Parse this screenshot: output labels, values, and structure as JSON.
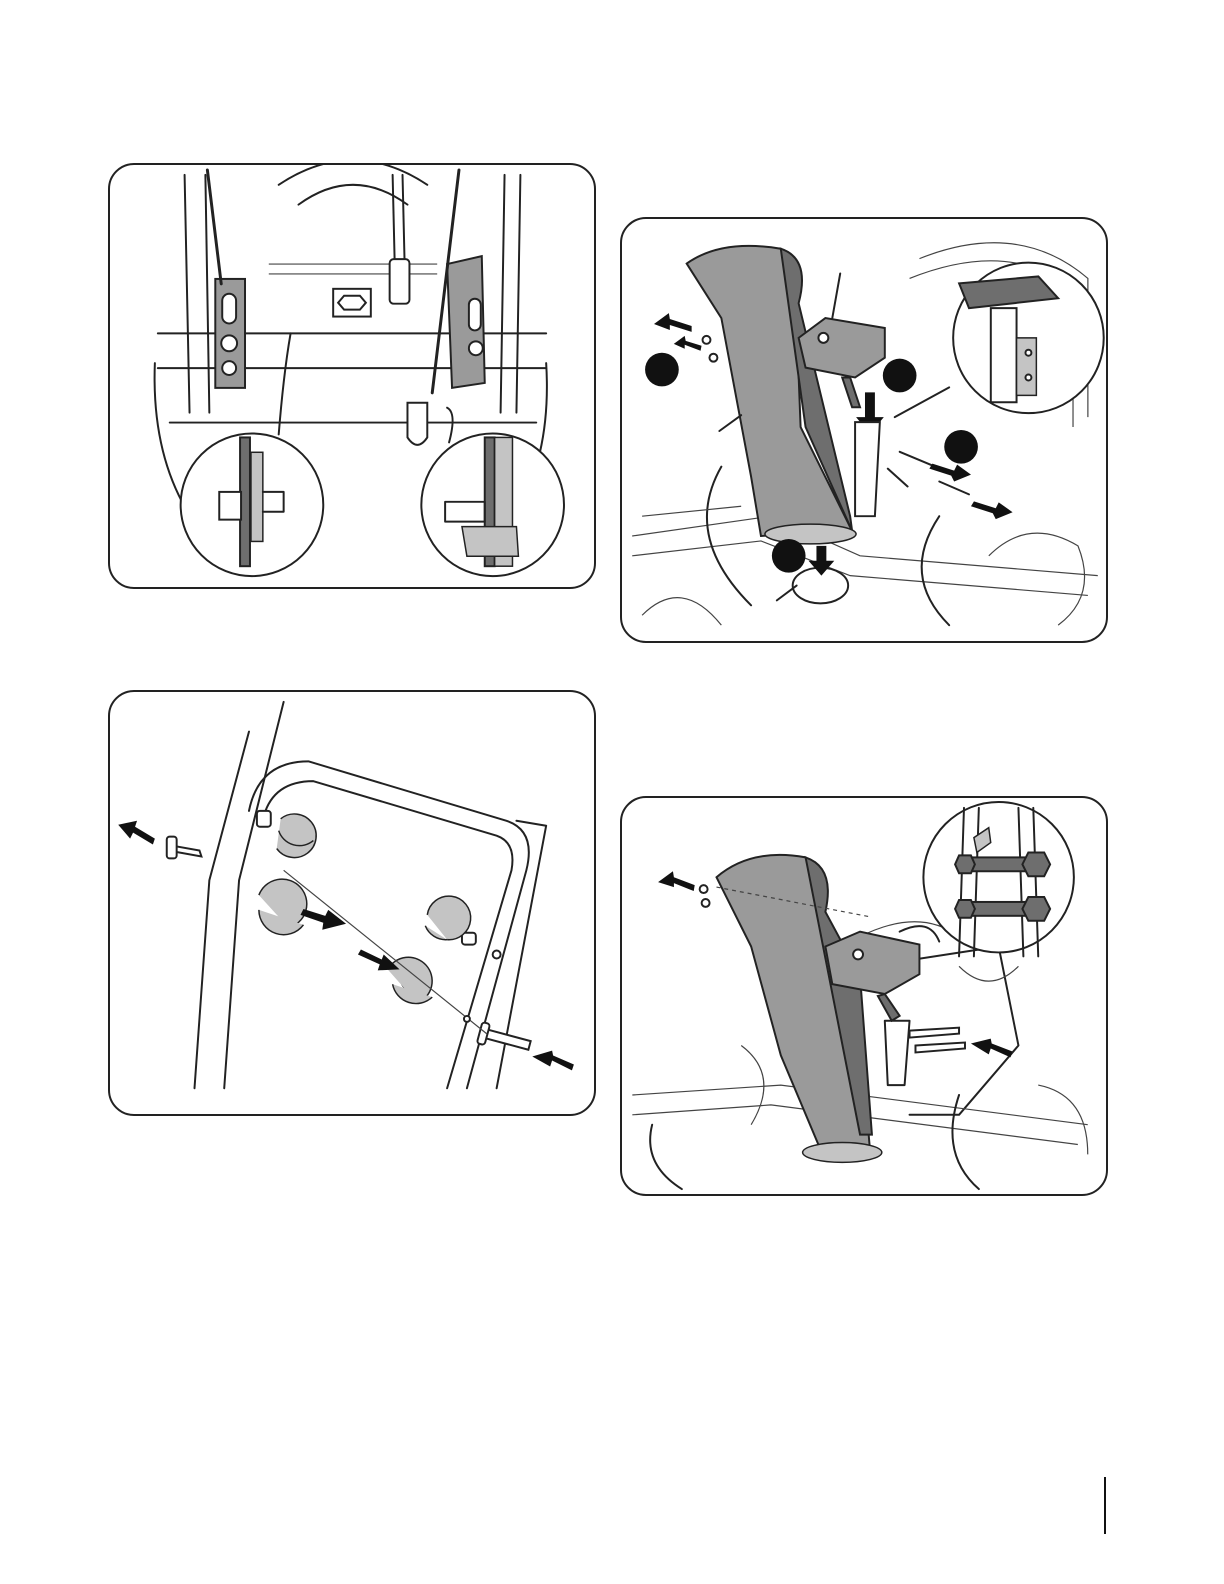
{
  "page": {
    "figures": [
      {
        "name": "control-cable-bracket-figure",
        "callouts": []
      },
      {
        "name": "chute-assembly-exploded-figure",
        "callouts": [
          "",
          "",
          "",
          ""
        ]
      },
      {
        "name": "handle-bolt-assembly-figure",
        "callouts": []
      },
      {
        "name": "chute-installed-figure",
        "callouts": []
      }
    ]
  },
  "colors": {
    "line": "#222222",
    "gray": "#9a9a9a",
    "dark_gray": "#6e6e6e",
    "light_gray": "#c4c4c4",
    "callout": "#111111"
  },
  "icons": [
    "arrow-icon",
    "rotate-arrow-icon",
    "callout-circle-icon",
    "detail-magnifier-icon"
  ]
}
